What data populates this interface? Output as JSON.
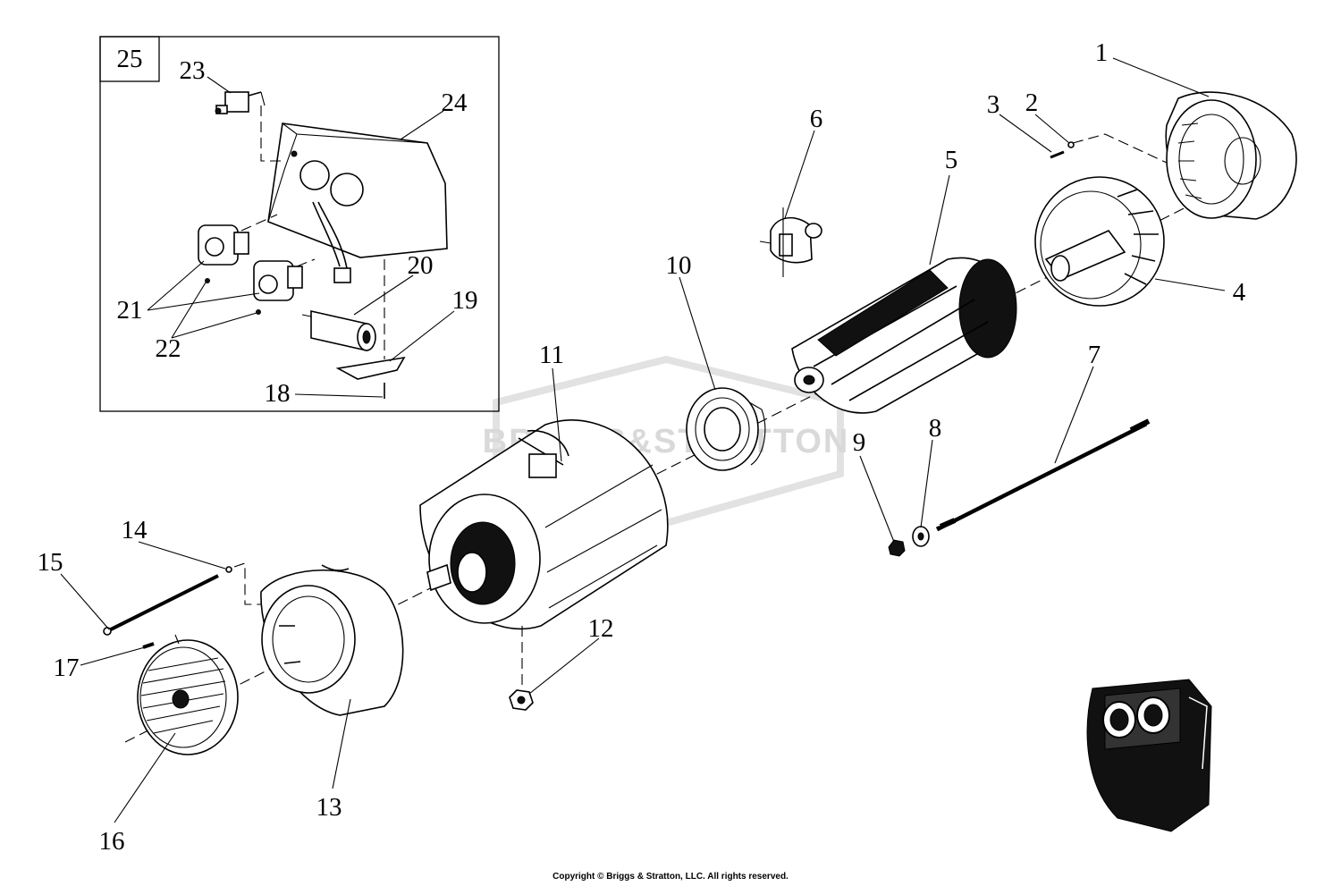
{
  "watermark": "BRIGGS&STRATTON",
  "copyright": "Copyright © Briggs & Stratton, LLC. All rights reserved.",
  "inset_box_label": "25",
  "callouts": {
    "c1": "1",
    "c2": "2",
    "c3": "3",
    "c4": "4",
    "c5": "5",
    "c6": "6",
    "c7": "7",
    "c8": "8",
    "c9": "9",
    "c10": "10",
    "c11": "11",
    "c12": "12",
    "c13": "13",
    "c14": "14",
    "c15": "15",
    "c16": "16",
    "c17": "17",
    "c18": "18",
    "c19": "19",
    "c20": "20",
    "c21": "21",
    "c22": "22",
    "c23": "23",
    "c24": "24"
  }
}
